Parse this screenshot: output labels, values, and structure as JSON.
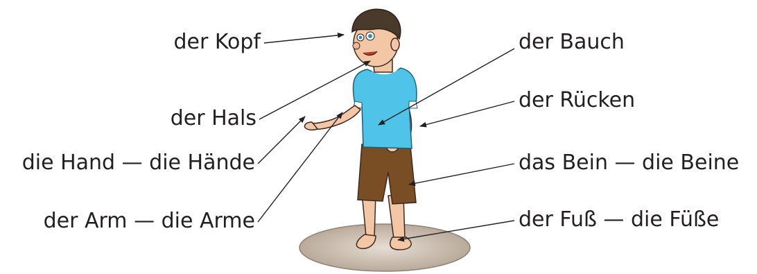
{
  "labels": {
    "kopf": "der Kopf",
    "hals": "der Hals",
    "hand": "die Hand — die Hände",
    "arm": "der Arm — die Arme",
    "bauch": "der Bauch",
    "ruecken": "der Rücken",
    "bein": "das Bein — die Beine",
    "fuss": "der Fuß — die Füße"
  },
  "colors": {
    "shirt": "#4fc3e8",
    "shirt_trim": "#ffffff",
    "shorts": "#7a4e24",
    "skin": "#f3c6a5",
    "hair": "#4a3a2c",
    "ground": "#cfc4b8",
    "text": "#231f20"
  }
}
